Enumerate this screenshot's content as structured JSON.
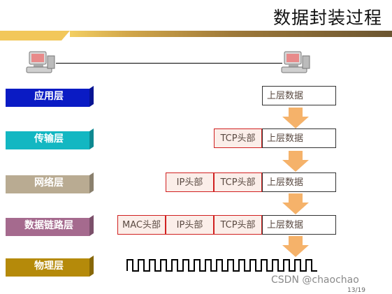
{
  "title": "数据封装过程",
  "layers": [
    {
      "label": "应用层",
      "color": "#0a1bc4"
    },
    {
      "label": "传输层",
      "color": "#13b7c2"
    },
    {
      "label": "网络层",
      "color": "#b9ab92"
    },
    {
      "label": "数据链路层",
      "color": "#a56a8e"
    },
    {
      "label": "物理层",
      "color": "#b58a0a"
    }
  ],
  "headers": {
    "mac": "MAC头部",
    "ip": "IP头部",
    "tcp": "TCP头部"
  },
  "data_label": "上层数据",
  "watermark": "CSDN @chaochao ￼",
  "page_number": "13/19",
  "icons": {
    "computer": "computer-icon",
    "arrow": "down-arrow-icon"
  },
  "colors": {
    "header_border": "#d02020",
    "header_fill": "#fbeee9",
    "arrow": "#f5b26a",
    "title_bar": "#c8a24a"
  }
}
